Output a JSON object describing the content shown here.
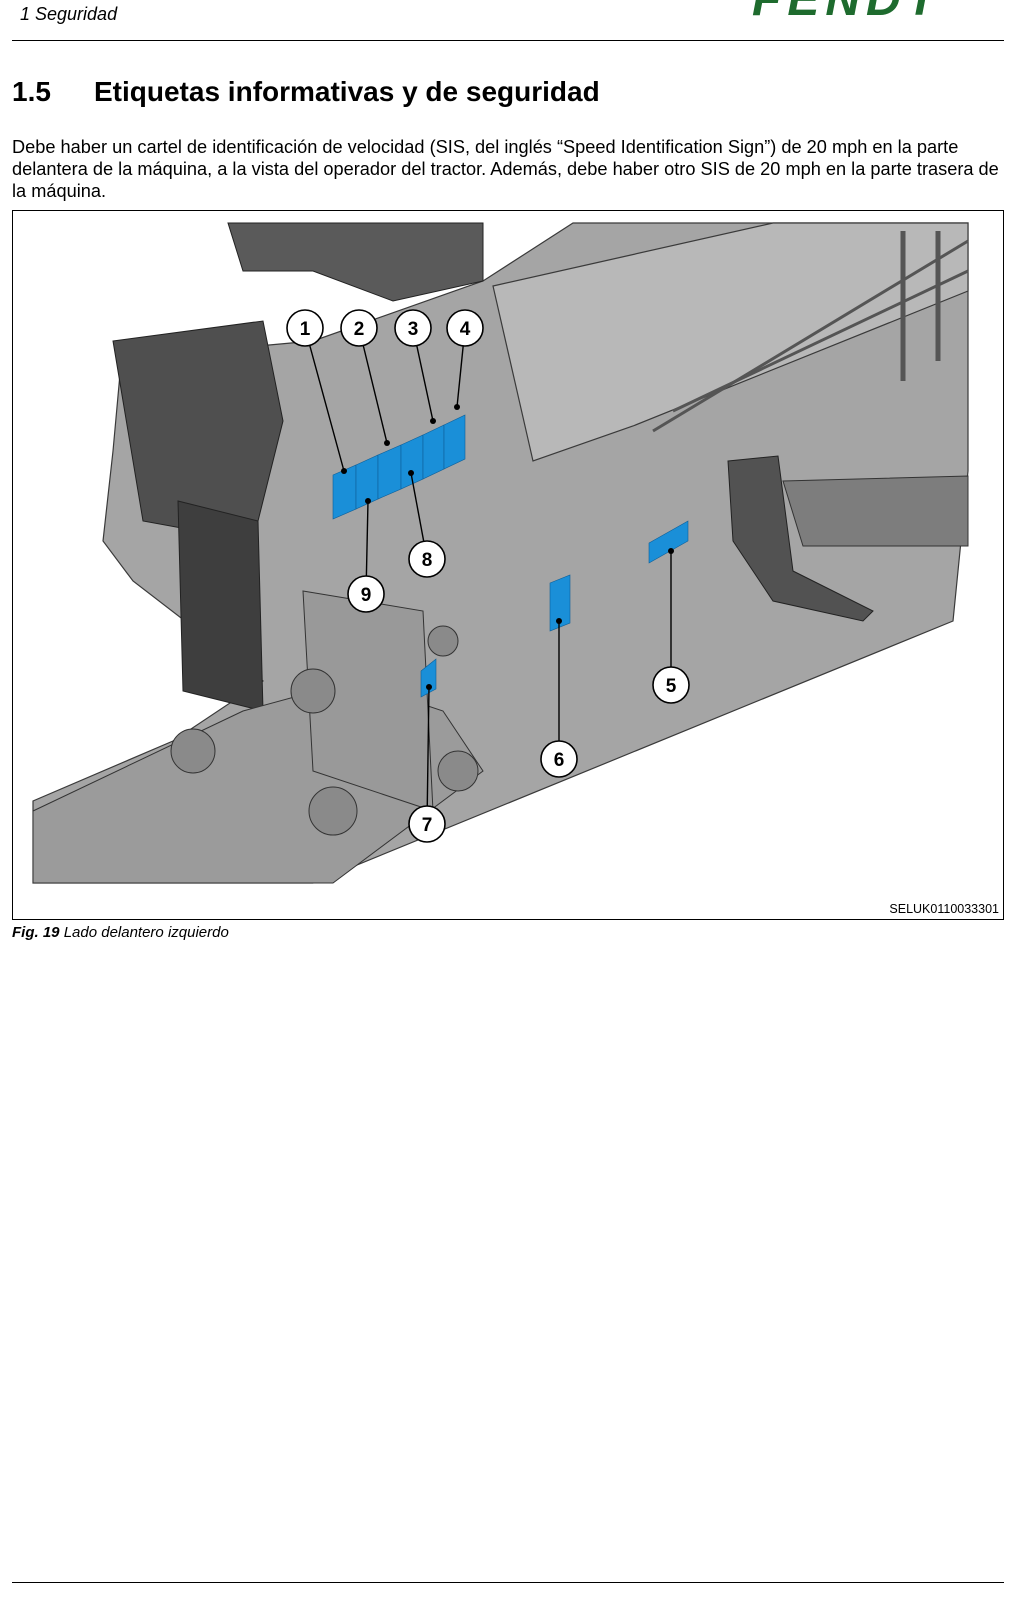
{
  "header": {
    "section": "1 Seguridad",
    "logo_text": "FENDT"
  },
  "section": {
    "number": "1.5",
    "title": "Etiquetas informativas y de seguridad"
  },
  "paragraph": "Debe haber un cartel de identificación de velocidad (SIS, del inglés “Speed Identification Sign”) de 20 mph en la parte delantera de la máquina, a la vista del operador del tractor. Además, debe haber otro SIS de 20 mph en la parte trasera de la máquina.",
  "figure": {
    "id": "SELUK0110033301",
    "callouts": [
      "1",
      "2",
      "3",
      "4",
      "5",
      "6",
      "7",
      "8",
      "9"
    ],
    "caption_label": "Fig. 19",
    "caption_text": "Lado delantero izquierdo",
    "colors": {
      "label": "#1a8fd8",
      "frame": "#9a9a9a",
      "dark": "#4a4a4a"
    }
  }
}
